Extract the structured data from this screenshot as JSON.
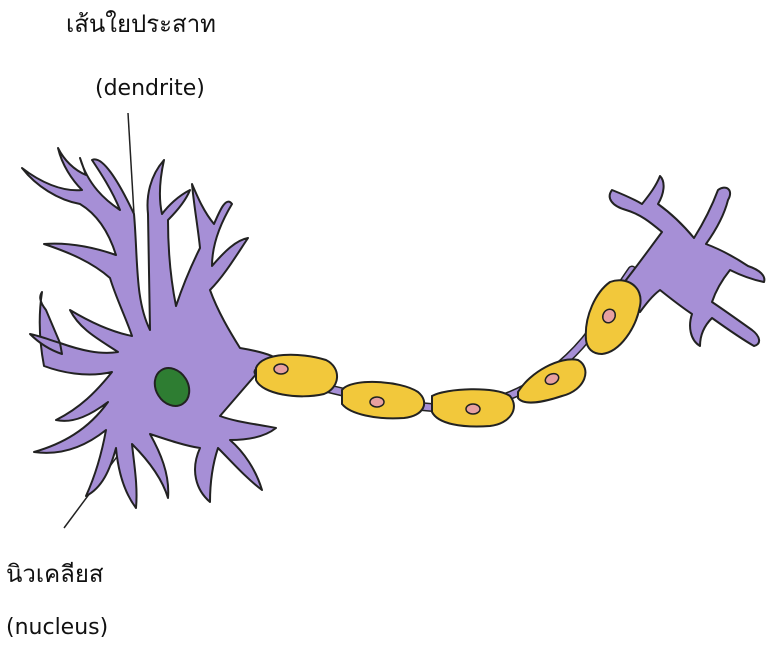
{
  "labels": {
    "dendrite_thai": "เส้นใยประสาท",
    "dendrite_en": "(dendrite)",
    "nucleus_thai": "นิวเคลียส",
    "nucleus_en": "(nucleus)"
  },
  "colors": {
    "cell_body": "#A68FD6",
    "myelin": "#F2C83B",
    "nucleus": "#2E7D32",
    "schwann_nucleus": "#E8A0A0",
    "outline": "#222222"
  }
}
